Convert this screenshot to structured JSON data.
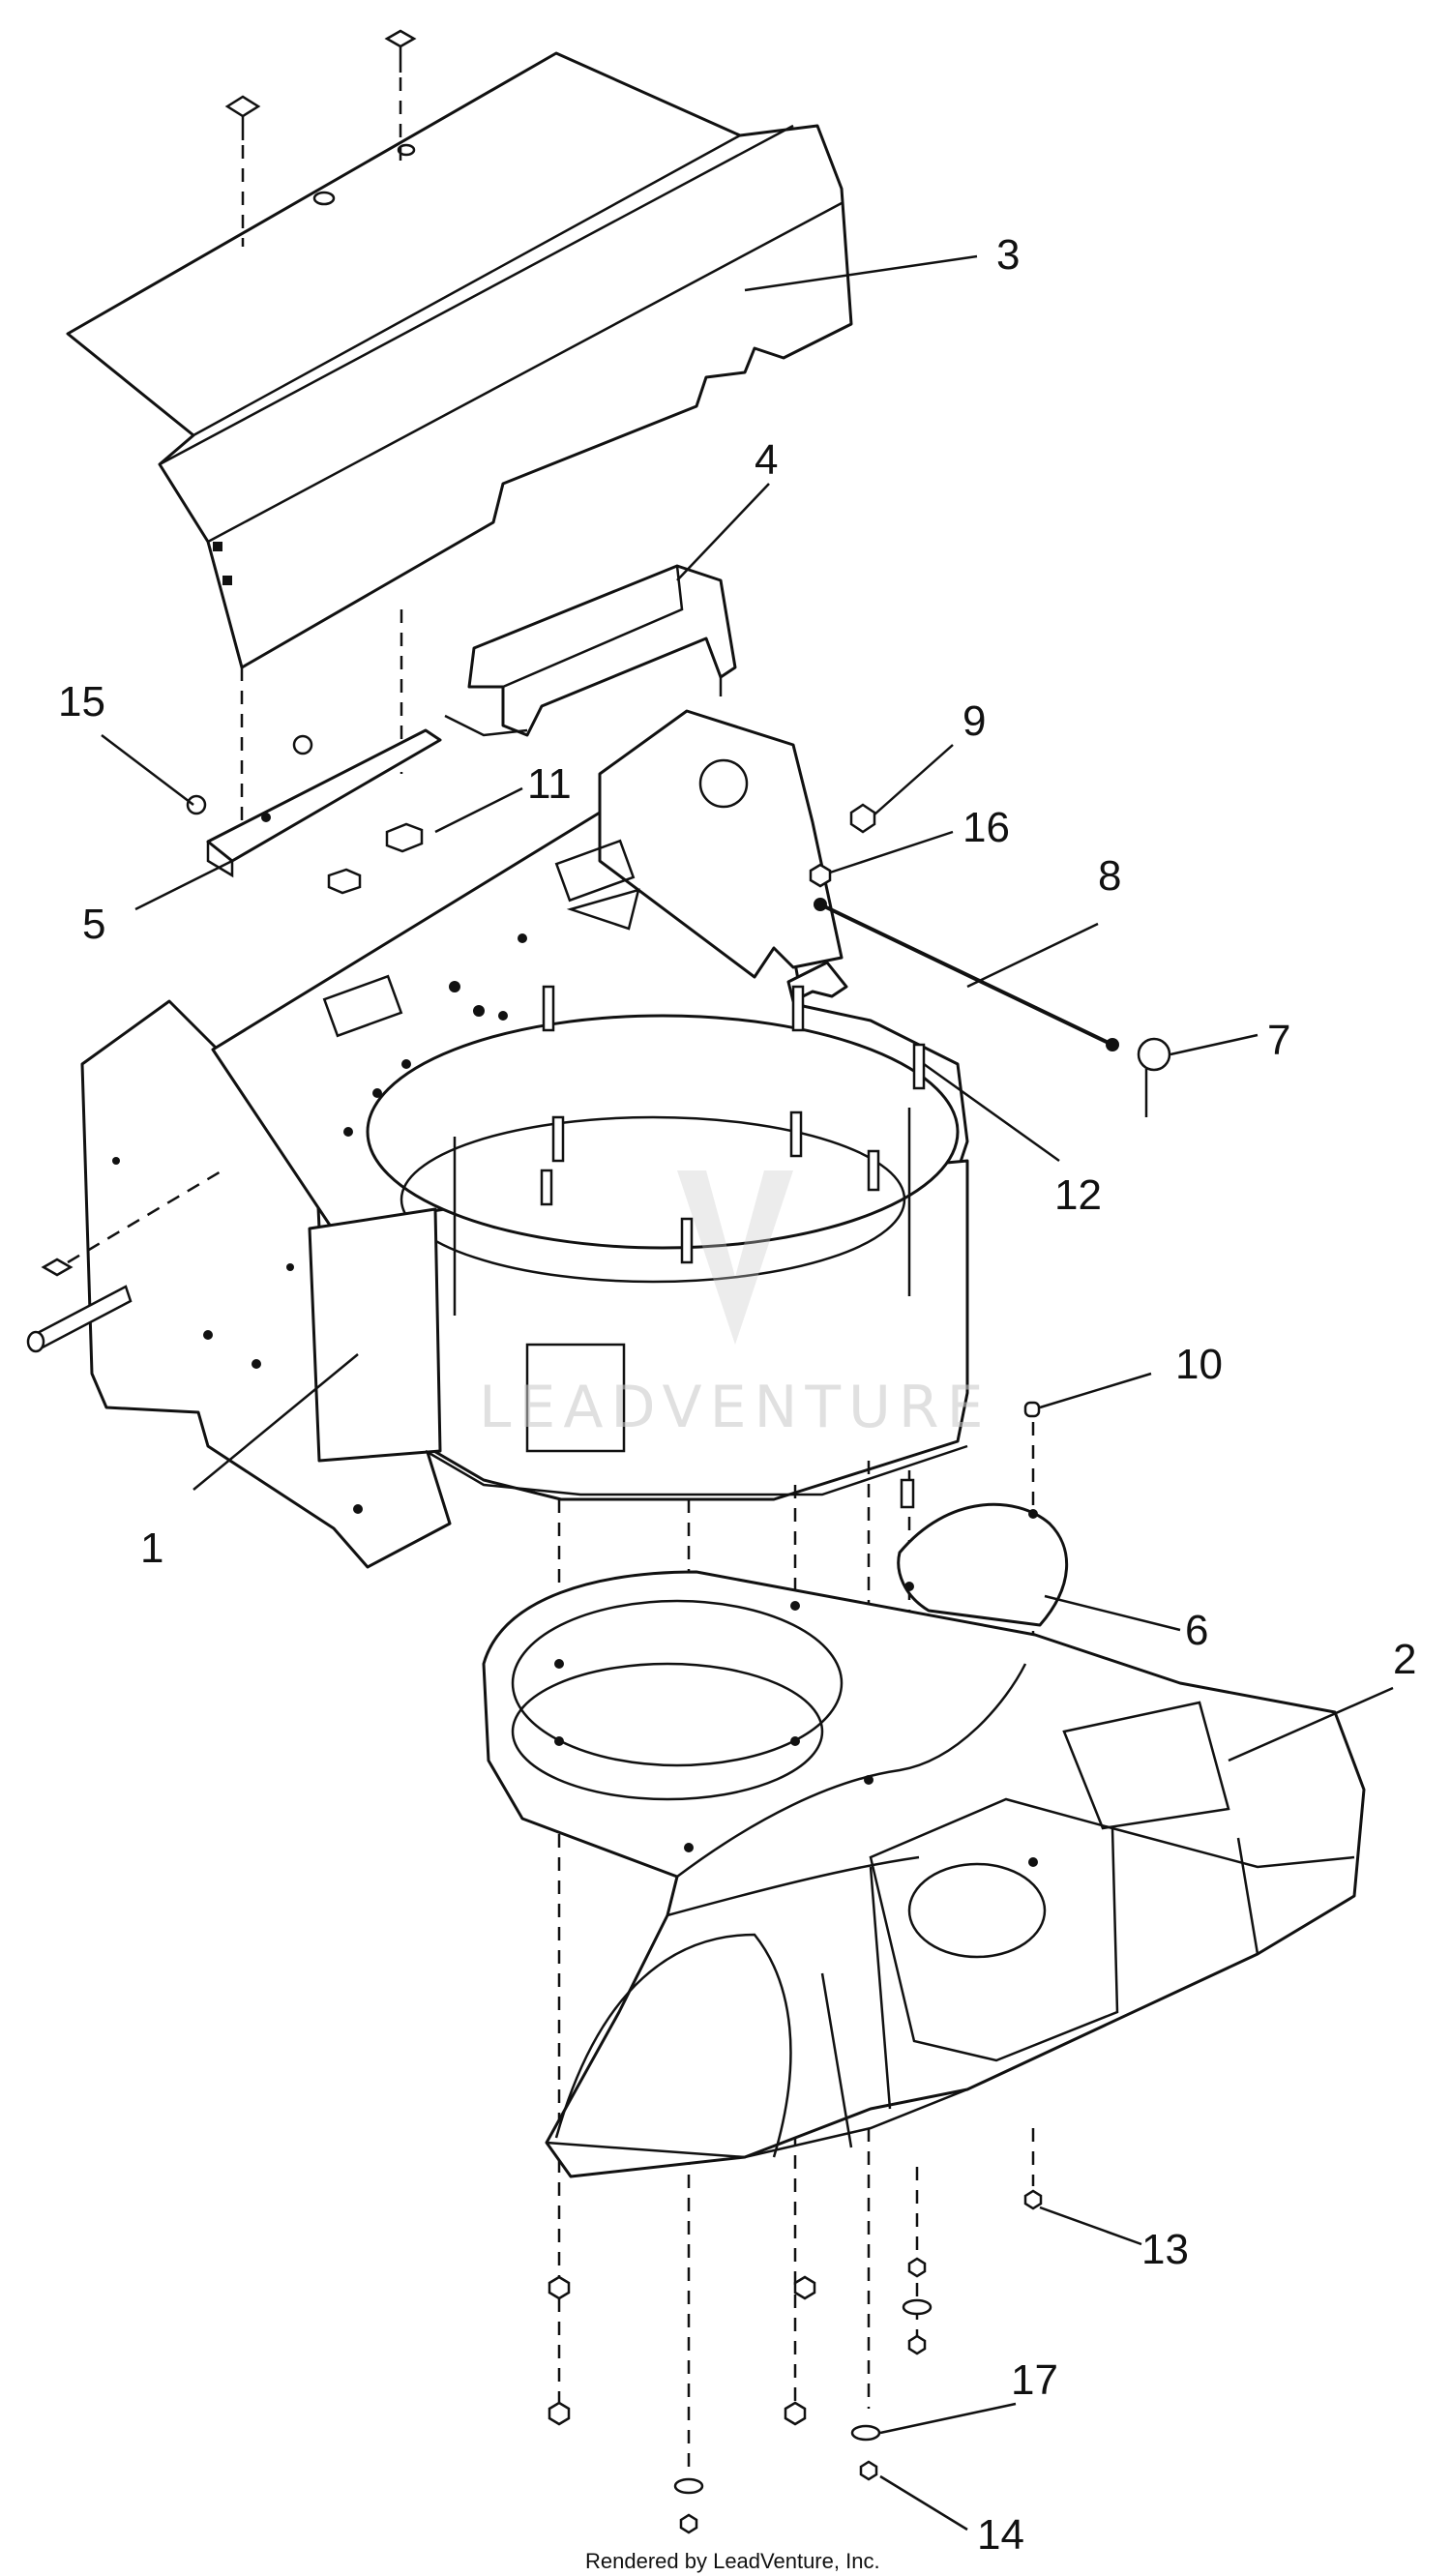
{
  "callouts": [
    {
      "id": "1",
      "label": "1"
    },
    {
      "id": "2",
      "label": "2"
    },
    {
      "id": "3",
      "label": "3"
    },
    {
      "id": "4",
      "label": "4"
    },
    {
      "id": "5",
      "label": "5"
    },
    {
      "id": "6",
      "label": "6"
    },
    {
      "id": "7",
      "label": "7"
    },
    {
      "id": "8",
      "label": "8"
    },
    {
      "id": "9",
      "label": "9"
    },
    {
      "id": "10",
      "label": "10"
    },
    {
      "id": "11",
      "label": "11"
    },
    {
      "id": "12",
      "label": "12"
    },
    {
      "id": "13",
      "label": "13"
    },
    {
      "id": "14",
      "label": "14"
    },
    {
      "id": "15",
      "label": "15"
    },
    {
      "id": "16",
      "label": "16"
    },
    {
      "id": "17",
      "label": "17"
    }
  ],
  "watermark": "LEADVENTURE",
  "footer": "Rendered by LeadVenture, Inc.",
  "colors": {
    "line": "#111111",
    "background": "#ffffff",
    "watermark": "#c8c8c8"
  }
}
